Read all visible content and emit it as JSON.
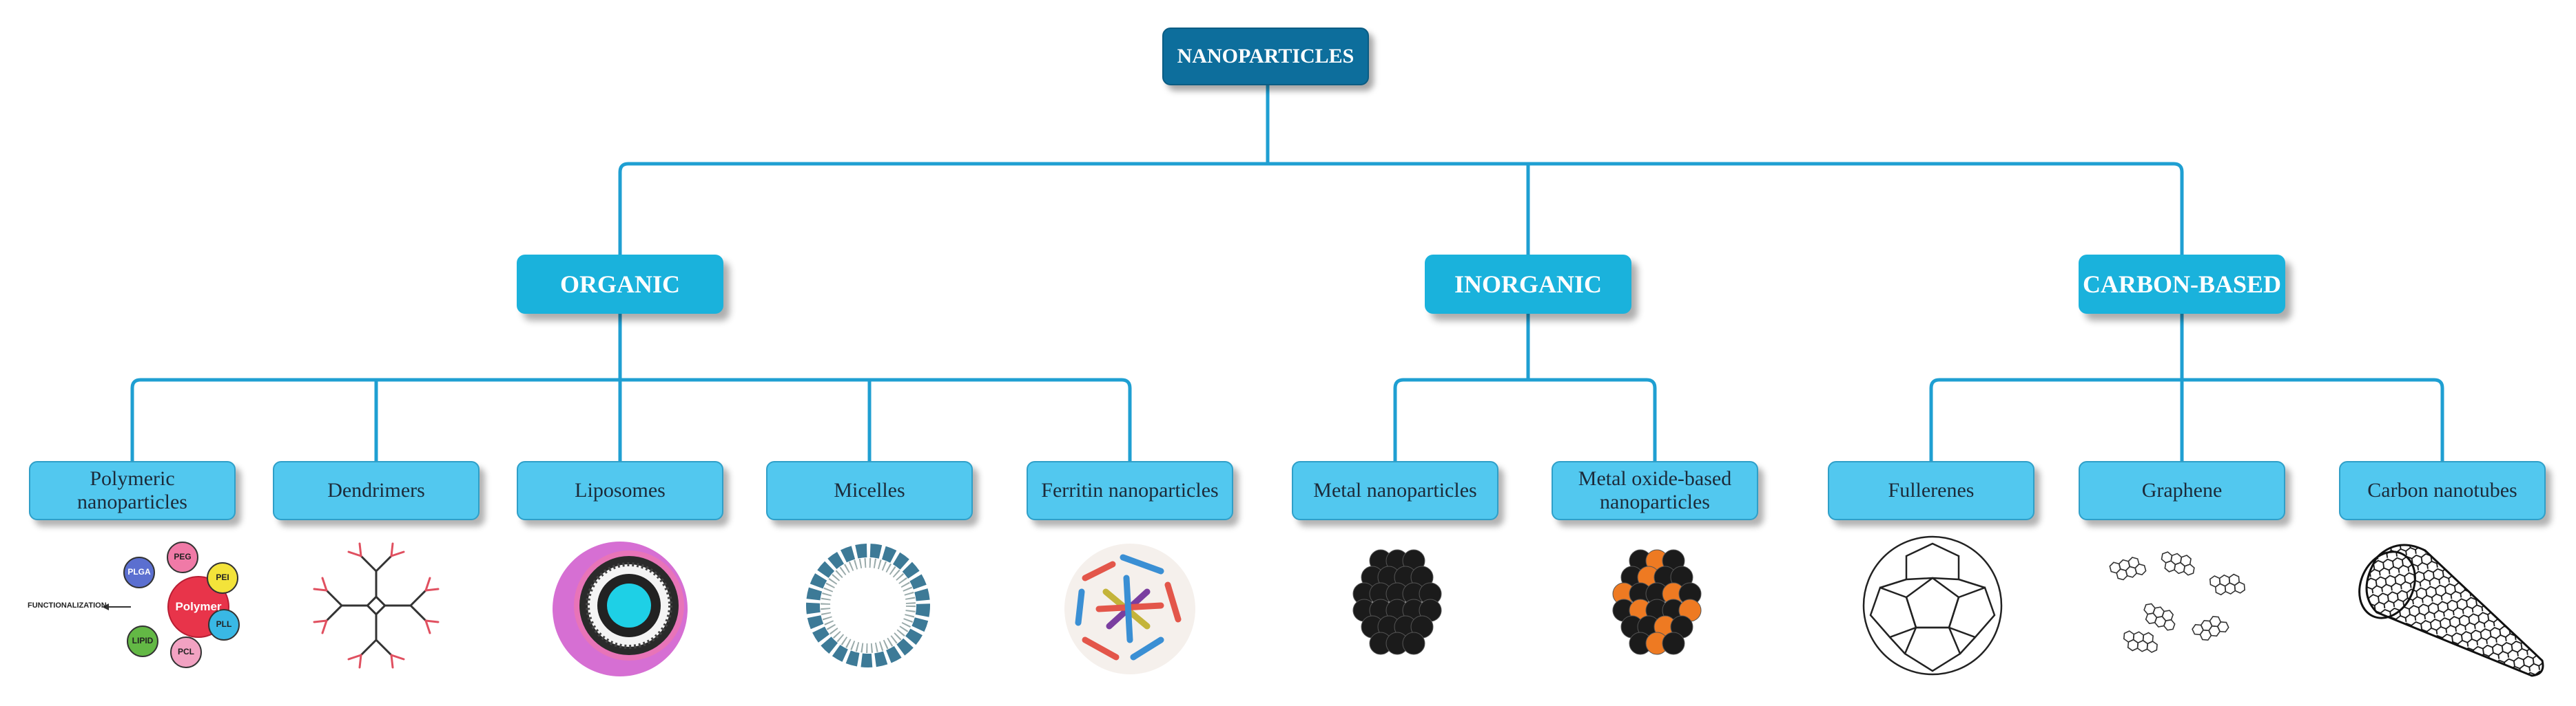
{
  "root": {
    "label": "NANOPARTICLES"
  },
  "categories": [
    {
      "label": "ORGANIC"
    },
    {
      "label": "INORGANIC"
    },
    {
      "label": "CARBON-BASED"
    }
  ],
  "types": [
    {
      "label": "Polymeric nanoparticles"
    },
    {
      "label": "Dendrimers"
    },
    {
      "label": "Liposomes"
    },
    {
      "label": "Micelles"
    },
    {
      "label": "Ferritin nanoparticles"
    },
    {
      "label": "Metal nanoparticles"
    },
    {
      "label": "Metal oxide-based nanoparticles"
    },
    {
      "label": "Fullerenes"
    },
    {
      "label": "Graphene"
    },
    {
      "label": "Carbon nanotubes"
    }
  ],
  "polymer_illustration": {
    "center": "Polymer",
    "satellites": [
      "PEG",
      "PEI",
      "PLL",
      "PCL",
      "LIPID",
      "PLGA"
    ],
    "side_label": "FUNCTIONALIZATION"
  },
  "colors": {
    "connector": "#1f9fd2",
    "root_fill": "#0d6e9c",
    "category_fill": "#1ab2dc",
    "type_fill": "#52c8ef",
    "polymer_core": "#e8344a",
    "metal_dark": "#1b1b1b",
    "metal_oxide_orange": "#ee7a22"
  }
}
